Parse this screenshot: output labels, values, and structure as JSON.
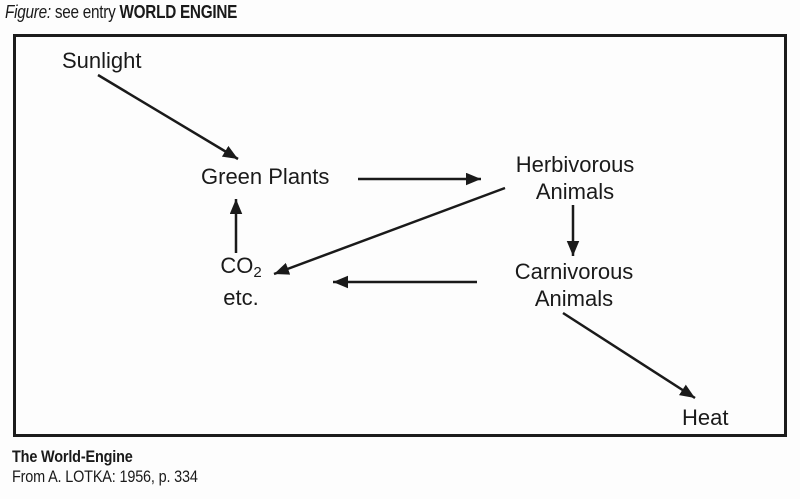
{
  "caption_top": {
    "figure_label": "Figure:",
    "entry_prefix": " see entry ",
    "entry_name": "WORLD ENGINE"
  },
  "diagram": {
    "nodes": {
      "sunlight": "Sunlight",
      "green_plants": "Green Plants",
      "herbivorous_line1": "Herbivorous",
      "herbivorous_line2": "Animals",
      "carnivorous_line1": "Carnivorous",
      "carnivorous_line2": "Animals",
      "co2_base": "CO",
      "co2_sub": "2",
      "co2_line2": "etc.",
      "heat": "Heat"
    },
    "edges": [
      {
        "from": "Sunlight",
        "to": "Green Plants"
      },
      {
        "from": "Green Plants",
        "to": "Herbivorous Animals"
      },
      {
        "from": "Herbivorous Animals",
        "to": "CO2 etc."
      },
      {
        "from": "Herbivorous Animals",
        "to": "Carnivorous Animals"
      },
      {
        "from": "Carnivorous Animals",
        "to": "CO2 etc."
      },
      {
        "from": "CO2 etc.",
        "to": "Green Plants"
      },
      {
        "from": "Carnivorous Animals",
        "to": "Heat"
      }
    ]
  },
  "caption_bottom": {
    "title": "The World-Engine",
    "source": "From A. LOTKA: 1956, p. 334"
  },
  "colors": {
    "ink": "#1a1a1a",
    "background": "#fdfdfd"
  }
}
